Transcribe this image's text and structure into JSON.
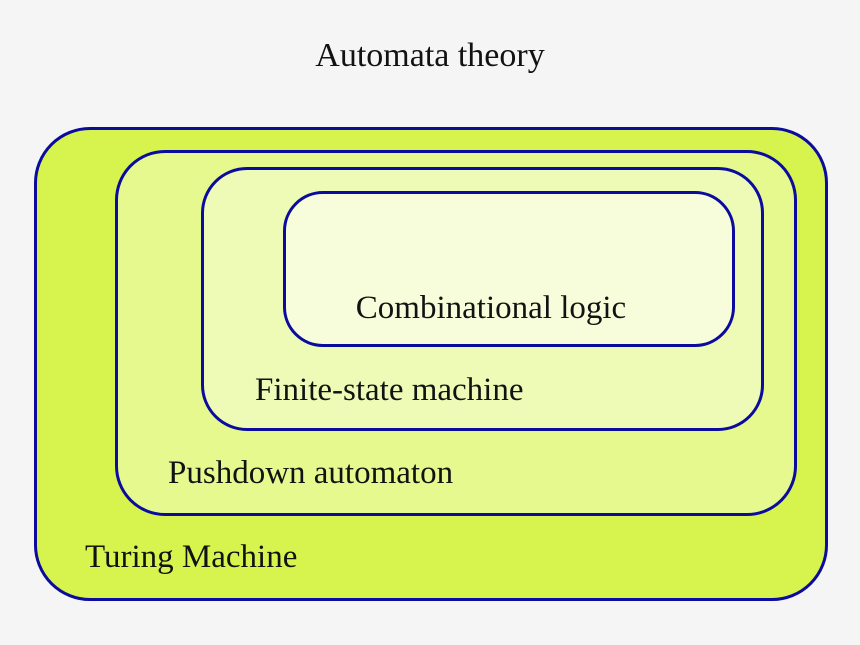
{
  "title": "Automata theory",
  "colors": {
    "background": "#f5f5f5",
    "border": "#0b0b9d",
    "text": "#121212"
  },
  "diagram": {
    "type": "nested-set",
    "description": "Nested rounded rectangles showing the hierarchy of automata classes, outermost to innermost",
    "sets": [
      {
        "label": "Turing Machine",
        "fill": "#d7f44e",
        "level": 0
      },
      {
        "label": "Pushdown automaton",
        "fill": "#e6f98e",
        "level": 1
      },
      {
        "label": "Finite-state machine",
        "fill": "#eefbb6",
        "level": 2
      },
      {
        "label": "Combinational logic",
        "fill": "#f7fdda",
        "level": 3
      }
    ]
  }
}
